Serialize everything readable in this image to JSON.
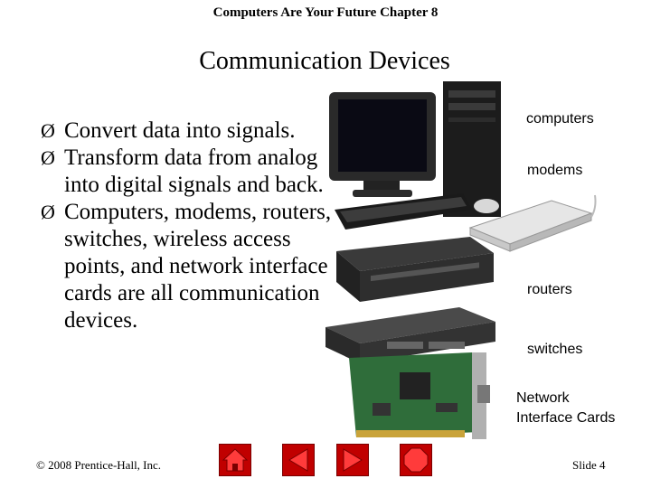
{
  "header": {
    "title": "Computers Are Your Future Chapter 8"
  },
  "slide": {
    "title": "Communication Devices"
  },
  "bullets": [
    {
      "arrow": "Ø",
      "text": "Convert data into signals."
    },
    {
      "arrow": "Ø",
      "text": "Transform data from analog into digital signals and back."
    },
    {
      "arrow": "Ø",
      "text": "Computers, modems, routers, switches, wireless access points, and network interface cards are all communication devices."
    }
  ],
  "labels": {
    "computers": "computers",
    "modems": "modems",
    "routers": "routers",
    "switches": "switches",
    "nic_line1": "Network",
    "nic_line2": "Interface Cards"
  },
  "footer": {
    "copyright": "© 2008 Prentice-Hall, Inc.",
    "slide_number": "Slide 4"
  },
  "nav": {
    "buttons": [
      "home-icon",
      "back-arrow-icon",
      "forward-arrow-icon",
      "stop-icon"
    ],
    "color": "#cc0000"
  }
}
